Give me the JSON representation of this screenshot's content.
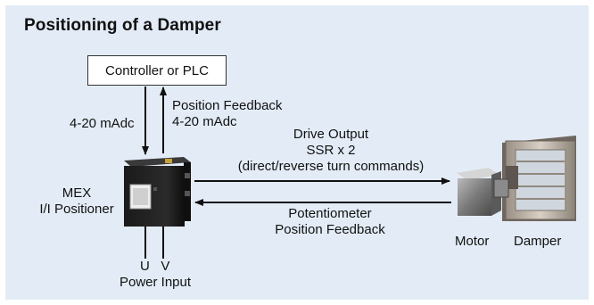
{
  "title": "Positioning of a Damper",
  "controller_label": "Controller or PLC",
  "signal_in": "4-20 mAdc",
  "feedback": {
    "line1": "Position Feedback",
    "line2": "4-20 mAdc"
  },
  "drive_output": {
    "line1": "Drive Output",
    "line2": "SSR x 2",
    "line3": "(direct/reverse turn commands)"
  },
  "potentiometer": {
    "line1": "Potentiometer",
    "line2": "Position Feedback"
  },
  "positioner": {
    "line1": "MEX",
    "line2": "I/I Positioner"
  },
  "power": {
    "terminals": "U   V",
    "label": "Power Input"
  },
  "motor_label": "Motor",
  "damper_label": "Damper",
  "colors": {
    "background": "#e3ecf6",
    "text": "#111111",
    "lines": "#111111"
  }
}
